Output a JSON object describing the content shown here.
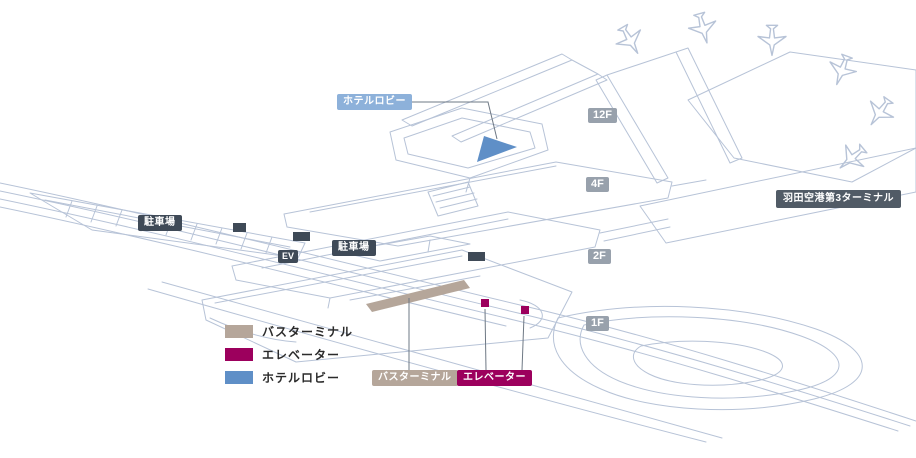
{
  "map": {
    "floor_labels": [
      {
        "id": "12f",
        "label": "12F"
      },
      {
        "id": "4f",
        "label": "4F"
      },
      {
        "id": "2f",
        "label": "2F"
      },
      {
        "id": "1f",
        "label": "1F"
      }
    ],
    "area_labels": {
      "terminal3": "羽田空港第3ターミナル",
      "parking_west": "駐車場",
      "parking_east": "駐車場",
      "ev": "EV"
    },
    "callouts": {
      "hotel_lobby": "ホテルロビー",
      "bus_terminal": "バスターミナル",
      "elevator": "エレベーター"
    }
  },
  "legend": {
    "items": [
      {
        "id": "bus-terminal",
        "label": "バスターミナル",
        "color": "#b5a69a"
      },
      {
        "id": "elevator",
        "label": "エレベーター",
        "color": "#9c005d"
      },
      {
        "id": "hotel-lobby",
        "label": "ホテルロビー",
        "color": "#5f8fc7"
      }
    ]
  },
  "colors": {
    "background": "#ffffff",
    "line_art": "#b7c3d7",
    "leader_line": "#6e7884",
    "floor_badge": "#98a1ac",
    "dark_label": "#3f4a57",
    "terminal_label": "#515b66",
    "hotel_callout": "#8db1da",
    "bus_terminal_fill": "#b5a69a",
    "elevator_fill": "#9c005d",
    "hotel_lobby_fill": "#5f8fc7",
    "legend_text": "#2b2b2b"
  }
}
